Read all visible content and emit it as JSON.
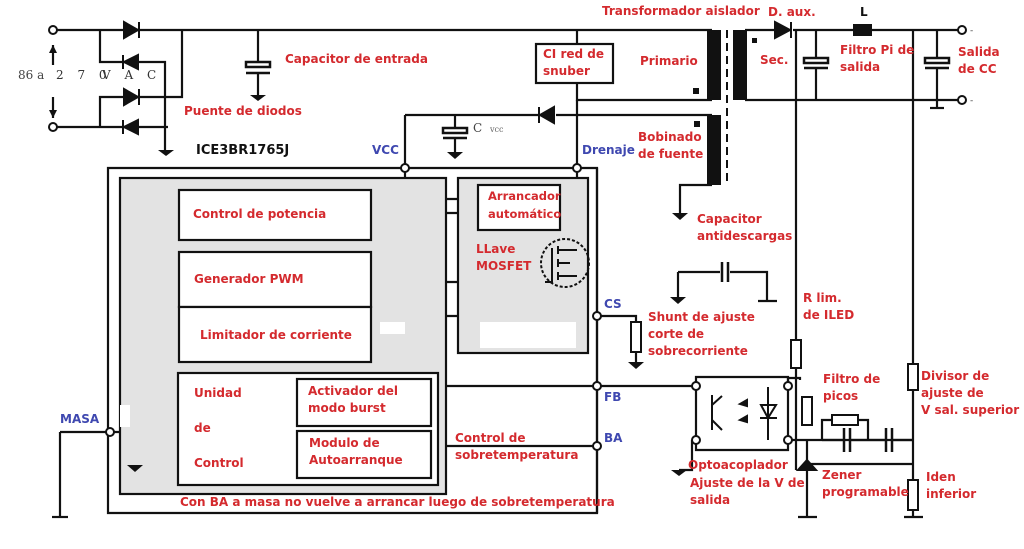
{
  "diagram": {
    "title": "Fuente conmutada con ICE3BR1765J",
    "colors": {
      "label": "#d42a2e",
      "pin": "#3f48b0",
      "wire": "#111111",
      "block_fill": "#e3e3e3"
    },
    "chip_name": "ICE3BR1765J",
    "input": {
      "range_low": "86 a",
      "range_high": "2 7 0",
      "unit": "V A C"
    },
    "capacitor_vcc": {
      "symbol": "C",
      "subscript": "vcc"
    },
    "labels": {
      "capacitor_entrada": "Capacitor de entrada",
      "puente_diodos": "Puente de diodos",
      "transformador": "Transformador aislador",
      "snubber": "CI red de\nsnuber",
      "primario": "Primario",
      "bobinado_fuente": "Bobinado\nde fuente",
      "d_aux": "D. aux.",
      "inductor": "L",
      "sec": "Sec.",
      "filtro_pi": "Filtro Pi de\nsalida",
      "salida_cc": "Salida\nde CC",
      "capacitor_antidescargas": "Capacitor\nantidescargas",
      "r_lim": "R lim.\nde ILED",
      "shunt": "Shunt de ajuste\ncorte de\nsobrecorriente",
      "filtro_picos": "Filtro de\npicos",
      "divisor_superior": "Divisor de\najuste de\nV sal. superior",
      "optoacoplador": "Optoacoplador",
      "ajuste_v": "Ajuste de la V de\nsalida",
      "zener": "Zener\nprogramable",
      "iden_inferior": "Iden\ninferior",
      "control_sobretemp": "Control de\nsobretemperatura",
      "nota_ba": "Con BA a masa no vuelve a arrancar luego de sobretemperatura"
    },
    "blocks": {
      "control_potencia": "Control de potencia",
      "generador_pwm": "Generador PWM",
      "limitador": "Limitador de corriente",
      "arrancador": "Arrancador\nautomático",
      "mosfet": "LLave\nMOSFET",
      "unidad_control": "Unidad\n\nde\n\nControl",
      "activador_burst": "Activador    del\nmodo burst",
      "modulo_autoarranque": "Modulo   de\nAutoarranque"
    },
    "pins": {
      "vcc": "VCC",
      "drenaje": "Drenaje",
      "cs": "CS",
      "fb": "FB",
      "ba": "BA",
      "masa": "MASA"
    }
  }
}
